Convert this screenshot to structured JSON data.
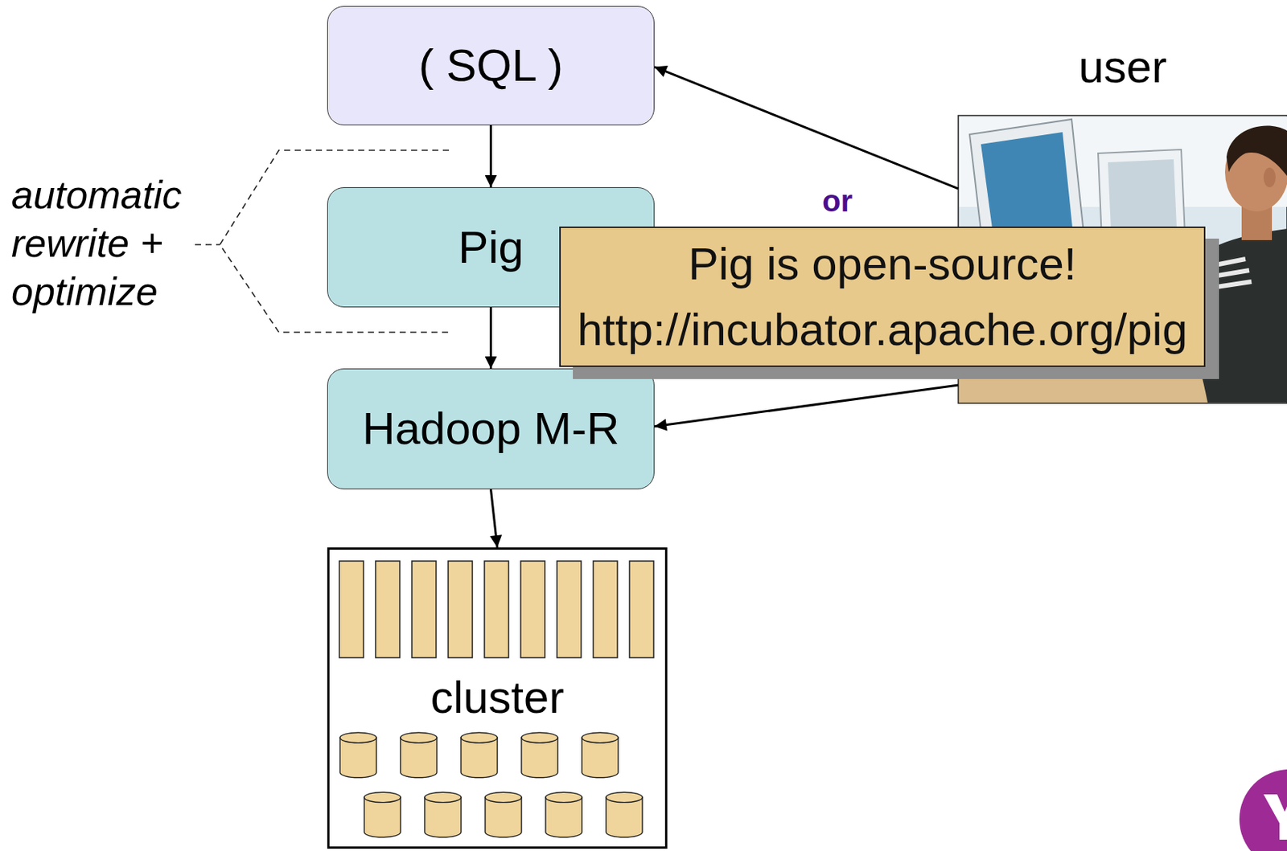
{
  "diagram": {
    "nodes": [
      {
        "text": [
          "( SQL )"
        ]
      },
      {
        "text": [
          "Pig"
        ]
      },
      {
        "text": [
          "Hadoop M-R"
        ]
      },
      {
        "text": [
          "cluster"
        ]
      },
      {
        "text": [
          "user"
        ]
      },
      {
        "text": [
          "Pig is open-source!",
          "http://incubator.apache.org/pig"
        ]
      }
    ],
    "edges": [
      {
        "from": 0,
        "to": 1,
        "arrow": "to"
      },
      {
        "from": 1,
        "to": 2,
        "arrow": "to"
      },
      {
        "from": 2,
        "to": 3,
        "arrow": "to"
      },
      {
        "from": 4,
        "to": 0,
        "arrow": "to"
      },
      {
        "from": 4,
        "to": 2,
        "arrow": "to"
      }
    ],
    "labels": [
      "automatic rewrite + optimize",
      "or"
    ]
  }
}
